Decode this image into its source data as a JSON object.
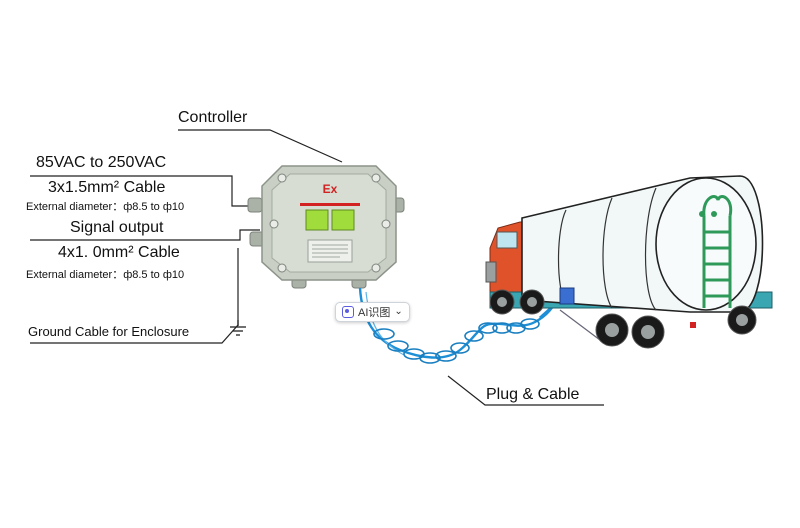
{
  "labels": {
    "controller": "Controller",
    "power": "85VAC to 250VAC",
    "power_cable": "3x1.5mm² Cable",
    "power_diameter": "External diameter：ф8.5 to ф10",
    "signal": "Signal output",
    "signal_cable": "4x1. 0mm² Cable",
    "signal_diameter": "External diameter：ф8.5 to ф10",
    "ground": "Ground Cable for Enclosure",
    "plug": "Plug & Cable",
    "ex_mark": "Ex"
  },
  "overlay": {
    "ai_button": "AI识图",
    "ai_chevron": "⌄"
  },
  "colors": {
    "enclosure": "#c9cfc5",
    "window": "#9fdc3c",
    "ex_red": "#d22222",
    "cable_blue": "#1d8fd6",
    "tank": "#f2f8f8",
    "ladder_green": "#2e9a5a",
    "cab_orange": "#e0522a",
    "chassis_teal": "#3aa6b2"
  }
}
